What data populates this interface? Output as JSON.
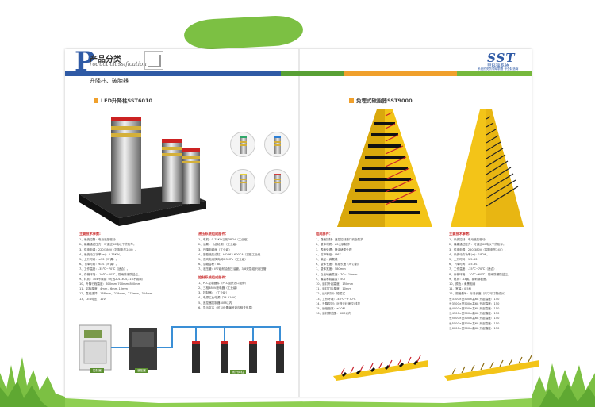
{
  "header": {
    "p_letter": "P",
    "title": "产品分类",
    "subtitle": "roduct classification",
    "product_line": "升降柱、破胎器"
  },
  "logo": {
    "mark": "SST",
    "name": "思科瑞系统",
    "tagline": "系统的安防领域制造 专业制造商"
  },
  "left_section": {
    "title": "LED升降柱SST6010",
    "main_specs_head": "主要技术参数:",
    "main_specs": [
      "1、系统控制：电动液压驱动",
      "2、最高通过压力：可通过60吨以下货柜车。",
      "3、供电电源：220/380V（控制电压24V）。",
      "4、系统动力功率(w)：0.75KW。",
      "5、上升时间：≤3S（可调）。",
      "6、下降时间：≤3S（可调）。",
      "7、工作温度：-35℃~70℃（适合）。",
      "8、存储环境：-10℃~60℃，防雨防潮防盐尘。",
      "9、材质：304不锈钢（可选201,304,316不锈钢）",
      "10、升降行程高度：600mm,700mm,800mm",
      "11、铝板厚度：4mm，6mm,10mm",
      "12、直径选择：168mm，219mm，275mm，324mm",
      "13、LED电压：12V"
    ],
    "hydraulic_head": "液压系统组成部件：",
    "hydraulic_specs": [
      "1、电机：0.75KW三相380V（工业级）",
      "2、油泵：（齿轮泵）（工业级）",
      "3、升降电磁阀（工业级）",
      "4、密型液压油缸：HOB63-600CA（重型工业级",
      "5、双向电液换向阀0.3MPa（工业级）",
      "6、油箱容积：8L",
      "7、液压管：IP7级耐油液压油管，3/8双层组织液压管"
    ],
    "control_head": "控制系统组成部件：",
    "control_specs": [
      "1、PLC控制器件（PLC国外进口品牌）",
      "2、三相380V继电器（工业级）",
      "3、控制器：（工业级）",
      "4、电源工业电源（24-510V）",
      "5、遥控器控制器30M以内",
      "6、显示文本（可以设置编号对应相关信息）"
    ],
    "diagram_labels": {
      "controller": "控制器",
      "hydraulic": "液压器",
      "bollards": "附升降柱"
    }
  },
  "right_section": {
    "title": "免埋式破胎器SST9000",
    "main_specs_head": "主要技术参数:",
    "main_specs": [
      "1、系统控制：电动液压驱动",
      "2、最高通过压力：可通过60吨以下货柜车。",
      "3、供电电源：220/380V（控制电压24V）。",
      "4、系统动力功率(w)：180W。",
      "5、上升时间：1.5-3S",
      "6、下降时间：1.5-3S",
      "7、工作温度：-35℃~70℃（适合）。",
      "8、存储环境：-10℃~60℃，防雨防潮防盐尘。",
      "9、材质：A3钢，钢刺钢板面。",
      "10、颜色：黄黑相间",
      "11、宽幅：0.5M",
      "12、规格型号：标准长度（尺寸可订制设计）",
      "长3300×宽500×高68 升起高度：150",
      "长3500×宽500×高68 升起高度：150",
      "长4000×宽500×高68 升起高度：150",
      "长4500×宽500×高68 升起高度：150",
      "长5000×宽500×高68 升起高度：150",
      "长5500×宽500×高68 升起高度：150",
      "长6000×宽500×高68 升起高度：150"
    ],
    "features_head": "组成部件：",
    "features": [
      "1、路面控制：遥控控制道口安全防护",
      "2、整体材质：A3全钢制作",
      "3、表面处理：喷涂烤漆处理",
      "4、防护等级：IP67",
      "5、满足：满载线",
      "6、整体长度：标准长度（可订制）",
      "7、整体宽度：580mm",
      "8、凸出地面高度：70~110mm",
      "9、最高承载重量：50T",
      "10、道钉升起高度：150mm",
      "11、道钉刀片厚度：10mm",
      "12、运动时间：短暂式",
      "13、工作环境：-40℃~+70℃",
      "14、升降控制：近程无线遥控/线控",
      "15、通信距离：≤30M",
      "16、道钉擦范围：30M以内"
    ]
  },
  "colors": {
    "brand_blue": "#2f5aa5",
    "green": "#58a035",
    "orange": "#f0a02c",
    "spike_yellow": "#f3c418"
  }
}
